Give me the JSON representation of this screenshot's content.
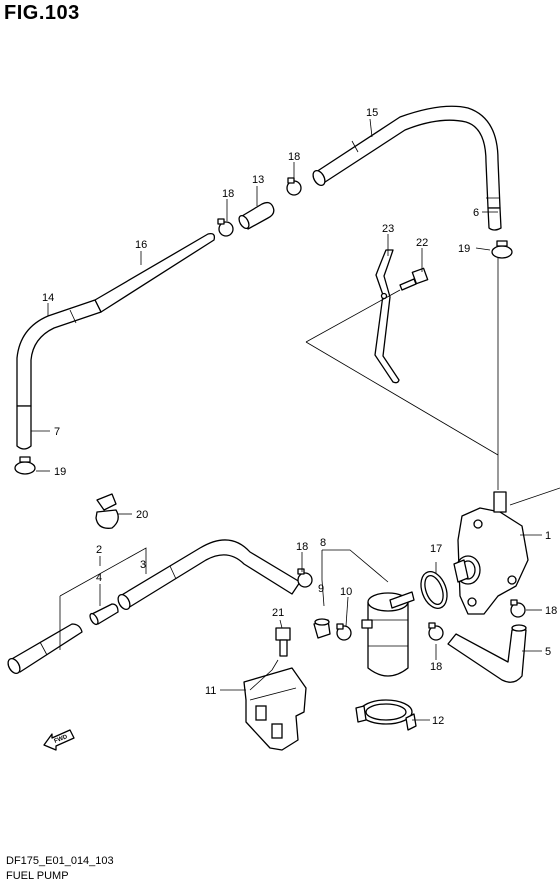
{
  "figure": {
    "title": "FIG.103",
    "code": "DF175_E01_014_103",
    "name": "FUEL PUMP"
  },
  "callouts": {
    "c1": "1",
    "c2": "2",
    "c3": "3",
    "c4": "4",
    "c5": "5",
    "c6": "6",
    "c7": "7",
    "c8": "8",
    "c9": "9",
    "c10": "10",
    "c11": "11",
    "c12": "12",
    "c13": "13",
    "c14": "14",
    "c15": "15",
    "c16": "16",
    "c17": "17",
    "c18a": "18",
    "c18b": "18",
    "c18c": "18",
    "c18d": "18",
    "c18e": "18",
    "c19a": "19",
    "c19b": "19",
    "c20": "20",
    "c21": "21",
    "c22": "22",
    "c23": "23"
  },
  "direction_arrow": "FWD"
}
